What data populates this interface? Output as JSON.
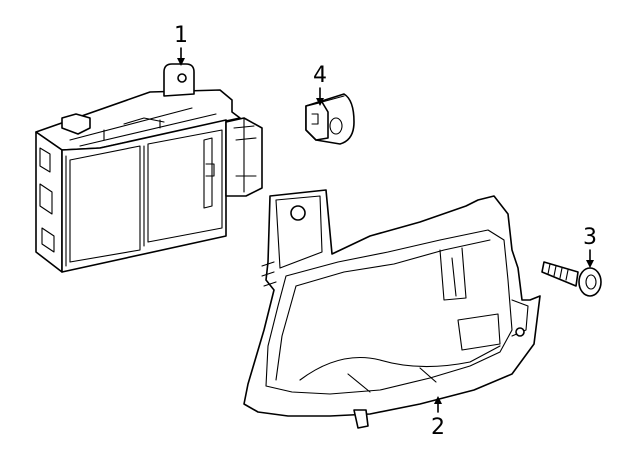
{
  "callouts": {
    "part1": "1",
    "part2": "2",
    "part3": "3",
    "part4": "4"
  },
  "colors": {
    "line": "#000000",
    "background": "#ffffff"
  }
}
